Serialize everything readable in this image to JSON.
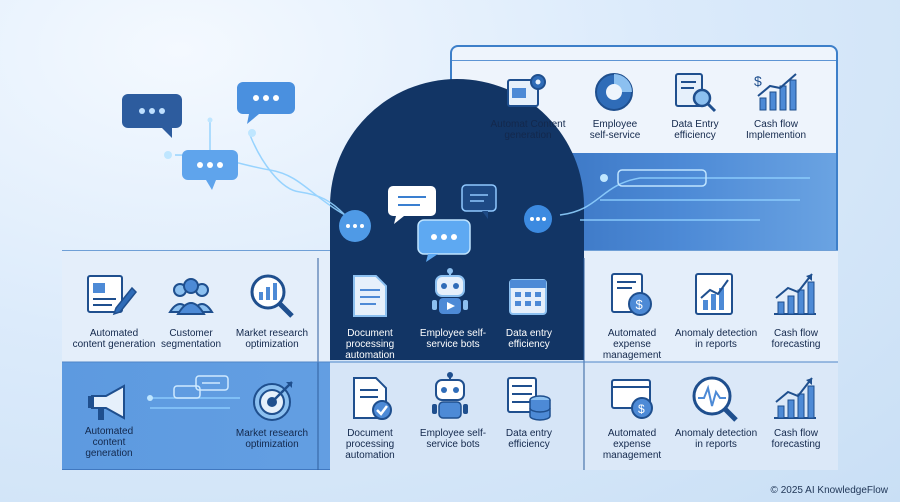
{
  "top_right": {
    "items": [
      {
        "label": "Automat Content\ngeneration",
        "icon": "content-generation-icon"
      },
      {
        "label": "Employee\nself-service",
        "icon": "pie-chart-icon"
      },
      {
        "label": "Data Entry\nefficiency",
        "icon": "document-search-icon"
      },
      {
        "label": "Cash flow\nImplemention",
        "icon": "cash-flow-chart-icon"
      }
    ]
  },
  "row1": {
    "left": [
      {
        "label": "Automated\ncontent generation",
        "icon": "article-edit-icon"
      },
      {
        "label": "Customer\nsegmentation",
        "icon": "people-group-icon"
      },
      {
        "label": "Market research\noptimization",
        "icon": "magnifier-chart-icon"
      }
    ],
    "middle": [
      {
        "label": "Document\nprocessing\nautomation",
        "icon": "document-icon"
      },
      {
        "label": "Employee self-\nservice bots",
        "icon": "robot-icon"
      },
      {
        "label": "Data entry\nefficiency",
        "icon": "calendar-grid-icon"
      }
    ],
    "right": [
      {
        "label": "Automated\nexpense\nmanagement",
        "icon": "invoice-dollar-icon"
      },
      {
        "label": "Anomaly detection\nin reports",
        "icon": "report-chart-icon"
      },
      {
        "label": "Cash flow\nforecasting",
        "icon": "growth-chart-icon"
      }
    ]
  },
  "row2": {
    "left": [
      {
        "label": "Automated\ncontent\ngeneration",
        "icon": "megaphone-icon"
      },
      {
        "label": "Market research\noptimization",
        "icon": "target-icon"
      }
    ],
    "middle": [
      {
        "label": "Document\nprocessing\nautomation",
        "icon": "document-check-icon"
      },
      {
        "label": "Employee self-\nservice bots",
        "icon": "robot-icon"
      },
      {
        "label": "Data entry\nefficiency",
        "icon": "database-icon"
      }
    ],
    "right": [
      {
        "label": "Automated\nexpense\nmanagement",
        "icon": "screen-dollar-icon"
      },
      {
        "label": "Anomaly detection\nin reports",
        "icon": "magnifier-wave-icon"
      },
      {
        "label": "Cash flow\nforecasting",
        "icon": "growth-chart-icon"
      }
    ]
  },
  "footer": {
    "copyright": "© 2025 AI KnowledgeFlow"
  },
  "colors": {
    "dark_navy": "#0f2d5c",
    "mid_blue": "#4f8fd6",
    "light_panel": "#e4eefa",
    "accent_glow": "#7cc6ff"
  }
}
